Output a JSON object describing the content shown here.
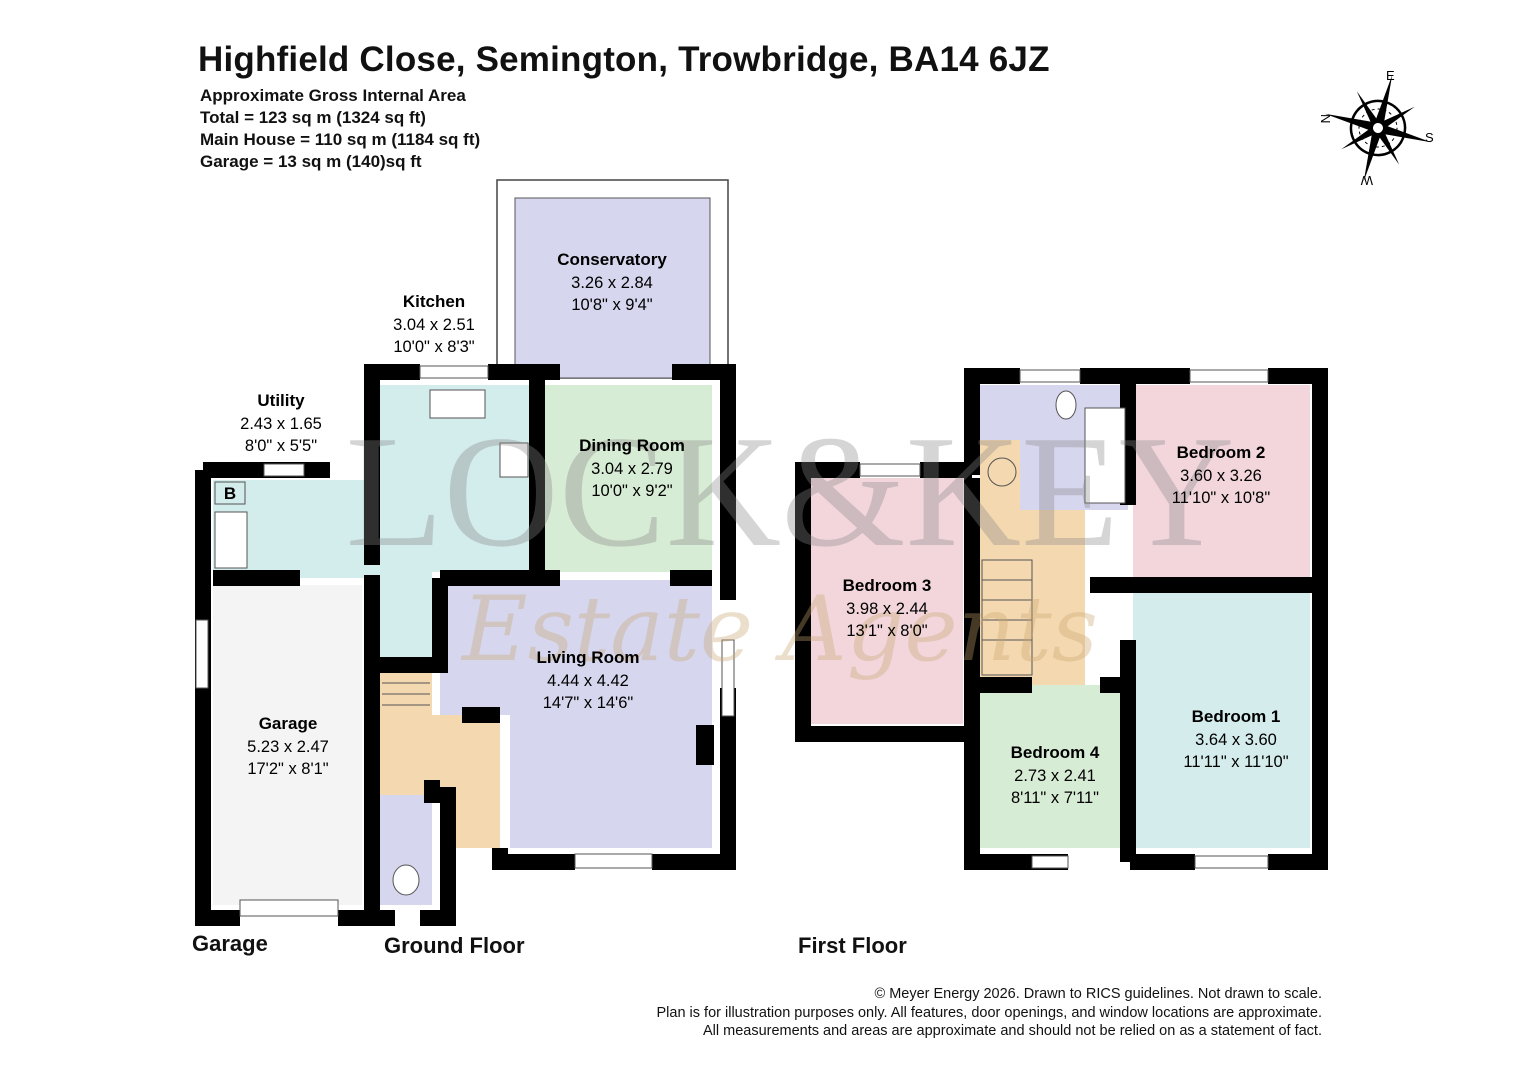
{
  "header": {
    "title": "Highfield Close, Semington, Trowbridge, BA14 6JZ",
    "area_heading": "Approximate Gross Internal Area",
    "area_total": "Total = 123 sq m (1324 sq ft)",
    "area_main": "Main House = 110 sq m (1184 sq ft)",
    "area_garage": "Garage = 13 sq m (140)sq ft"
  },
  "compass": {
    "icon": "compass-rose-icon",
    "n": "N",
    "e": "E",
    "s": "S",
    "w": "W"
  },
  "watermark": {
    "logo": "LOCK&KEY",
    "script": "Estate Agents"
  },
  "floors": {
    "garage": "Garage",
    "ground": "Ground Floor",
    "first": "First Floor"
  },
  "rooms": {
    "conservatory": {
      "name": "Conservatory",
      "metric": "3.26 x 2.84",
      "imperial": "10'8\" x 9'4\""
    },
    "kitchen": {
      "name": "Kitchen",
      "metric": "3.04 x 2.51",
      "imperial": "10'0\" x 8'3\""
    },
    "utility": {
      "name": "Utility",
      "metric": "2.43 x 1.65",
      "imperial": "8'0\" x 5'5\"",
      "boiler": "B"
    },
    "dining": {
      "name": "Dining Room",
      "metric": "3.04 x 2.79",
      "imperial": "10'0\" x 9'2\""
    },
    "living": {
      "name": "Living Room",
      "metric": "4.44 x 4.42",
      "imperial": "14'7\" x 14'6\""
    },
    "garage": {
      "name": "Garage",
      "metric": "5.23 x 2.47",
      "imperial": "17'2\" x 8'1\""
    },
    "bedroom3": {
      "name": "Bedroom 3",
      "metric": "3.98 x 2.44",
      "imperial": "13'1\" x 8'0\""
    },
    "bedroom2": {
      "name": "Bedroom 2",
      "metric": "3.60 x 3.26",
      "imperial": "11'10\" x 10'8\""
    },
    "bedroom1": {
      "name": "Bedroom 1",
      "metric": "3.64 x 3.60",
      "imperial": "11'11\" x 11'10\""
    },
    "bedroom4": {
      "name": "Bedroom 4",
      "metric": "2.73 x 2.41",
      "imperial": "8'11\" x 7'11\""
    }
  },
  "colors": {
    "lavender": "#d6d6ee",
    "green": "#d7ecd5",
    "aqua": "#d3ecec",
    "garage": "#f4f4f4",
    "hall": "#f4d8b0",
    "pink": "#f2d6dc",
    "wall": "#000000"
  },
  "footer": {
    "line1": "© Meyer Energy 2026. Drawn to RICS guidelines.  Not drawn to scale.",
    "line2": "Plan is for illustration purposes only. All features, door openings, and window locations are approximate.",
    "line3": "All measurements and areas are approximate and should not be relied on as a statement of fact."
  }
}
